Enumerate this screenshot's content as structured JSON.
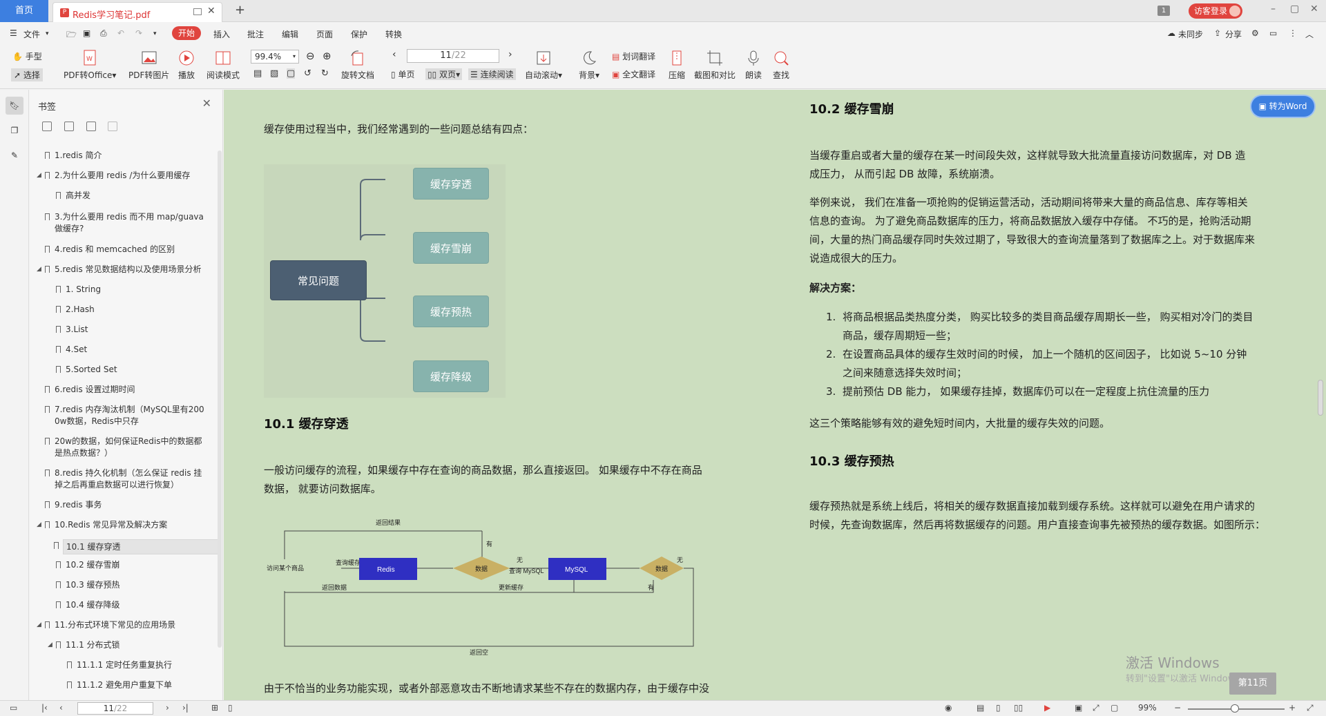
{
  "tabs": {
    "home": "首页",
    "doc": "Redis学习笔记.pdf",
    "new": "+"
  },
  "window": {
    "page_badge": "1",
    "login": "访客登录",
    "min": "–",
    "max": "▢",
    "close": "✕"
  },
  "menu": {
    "file": "文件",
    "start": "开始",
    "items": [
      "插入",
      "批注",
      "编辑",
      "页面",
      "保护",
      "转换"
    ],
    "right": {
      "sync": "未同步",
      "share": "分享"
    }
  },
  "ribbon": {
    "hand": "手型",
    "select": "选择",
    "pdf_to_office": "PDF转Office",
    "pdf_to_image": "PDF转图片",
    "play": "播放",
    "read_mode": "阅读模式",
    "zoom": "99.4%",
    "rotate": "旋转文档",
    "page_input": "11",
    "page_total": "/22",
    "single": "单页",
    "double": "双页",
    "continuous": "连续阅读",
    "auto_scroll": "自动滚动",
    "background": "背景",
    "word_translate": "划词翻译",
    "full_translate": "全文翻译",
    "compress": "压缩",
    "crop_compare": "截图和对比",
    "read_aloud": "朗读",
    "find": "查找"
  },
  "sidebar": {
    "title": "书签",
    "items": [
      {
        "label": "1.redis 简介"
      },
      {
        "label": "2.为什么要用 redis /为什么要用缓存"
      },
      {
        "label": "高并发"
      },
      {
        "label": "3.为什么要用 redis 而不用 map/guava"
      },
      {
        "label": "做缓存?"
      },
      {
        "label": "4.redis 和 memcached 的区别"
      },
      {
        "label": "5.redis 常见数据结构以及使用场景分析"
      },
      {
        "label": "1. String"
      },
      {
        "label": "2.Hash"
      },
      {
        "label": "3.List"
      },
      {
        "label": "4.Set"
      },
      {
        "label": "5.Sorted Set"
      },
      {
        "label": "6.redis 设置过期时间"
      },
      {
        "label": "7.redis 内存淘汰机制（MySQL里有200"
      },
      {
        "label": "0w数据，Redis中只存"
      },
      {
        "label": "20w的数据，如何保证Redis中的数据都"
      },
      {
        "label": "是热点数据？）"
      },
      {
        "label": "8.redis 持久化机制（怎么保证 redis 挂"
      },
      {
        "label": "掉之后再重启数据可以进行恢复）"
      },
      {
        "label": "9.redis 事务"
      },
      {
        "label": "10.Redis 常见异常及解决方案"
      },
      {
        "label": "10.1 缓存穿透"
      },
      {
        "label": "10.2 缓存雪崩"
      },
      {
        "label": "10.3 缓存预热"
      },
      {
        "label": "10.4 缓存降级"
      },
      {
        "label": "11.分布式环境下常见的应用场景"
      },
      {
        "label": "11.1 分布式锁"
      },
      {
        "label": "11.1.1 定时任务重复执行"
      },
      {
        "label": "11.1.2 避免用户重复下单"
      }
    ]
  },
  "content": {
    "intro": "缓存使用过程当中，我们经常遇到的一些问题总结有四点：",
    "mindmap": {
      "root": "常见问题",
      "children": [
        "缓存穿透",
        "缓存雪崩",
        "缓存预热",
        "缓存降级"
      ]
    },
    "h_10_1": "10.1 缓存穿透",
    "p_10_1": [
      "一般访问缓存的流程，如果缓存中存在查询的商品数据，那么直接返回。 如果缓存中不存在商品",
      "数据， 就要访问数据库。"
    ],
    "flow": {
      "return_result": "返回结果",
      "have": "有",
      "visit": "访问某个商品",
      "query_cache": "查询缓存",
      "redis": "Redis",
      "data": "数据",
      "none": "无",
      "query_mysql": "查询 MySQL",
      "mysql": "MySQL",
      "data2": "数据",
      "none2": "无",
      "have2": "有",
      "return_data": "返回数据",
      "update_cache": "更新缓存",
      "return_empty": "返回空"
    },
    "p_bottom": "由于不恰当的业务功能实现，或者外部恶意攻击不断地请求某些不存在的数据内存，由于缓存中没",
    "h_10_2": "10.2 缓存雪崩",
    "p_10_2a": [
      "当缓存重启或者大量的缓存在某一时间段失效，这样就导致大批流量直接访问数据库，对 DB 造",
      "成压力， 从而引起 DB 故障，系统崩溃。"
    ],
    "p_10_2b": [
      "举例来说， 我们在准备一项抢购的促销运营活动，活动期间将带来大量的商品信息、库存等相关",
      "信息的查询。 为了避免商品数据库的压力，将商品数据放入缓存中存储。 不巧的是，抢购活动期",
      "间，大量的热门商品缓存同时失效过期了，导致很大的查询流量落到了数据库之上。对于数据库来",
      "说造成很大的压力。"
    ],
    "solution_title": "解决方案：",
    "solutions": [
      [
        "1.",
        "将商品根据品类热度分类， 购买比较多的类目商品缓存周期长一些， 购买相对冷门的类目"
      ],
      [
        "",
        "商品，缓存周期短一些；"
      ],
      [
        "2.",
        "在设置商品具体的缓存生效时间的时候， 加上一个随机的区间因子， 比如说 5~10 分钟"
      ],
      [
        "",
        "之间来随意选择失效时间；"
      ],
      [
        "3.",
        "提前预估 DB 能力， 如果缓存挂掉，数据库仍可以在一定程度上抗住流量的压力"
      ]
    ],
    "p_summary": "这三个策略能够有效的避免短时间内，大批量的缓存失效的问题。",
    "h_10_3": "10.3 缓存预热",
    "p_10_3": [
      "缓存预热就是系统上线后，将相关的缓存数据直接加载到缓存系统。这样就可以避免在用户请求的",
      "时候，先查询数据库，然后再将数据缓存的问题。用户直接查询事先被预热的缓存数据。如图所示："
    ],
    "to_word": "转为Word",
    "watermark": "激活 Windows",
    "watermark_sub": "转到\"设置\"以激活 Windows",
    "page_indicator": "第11页"
  },
  "status": {
    "page": "11",
    "total": "/22",
    "zoom": "99%"
  }
}
